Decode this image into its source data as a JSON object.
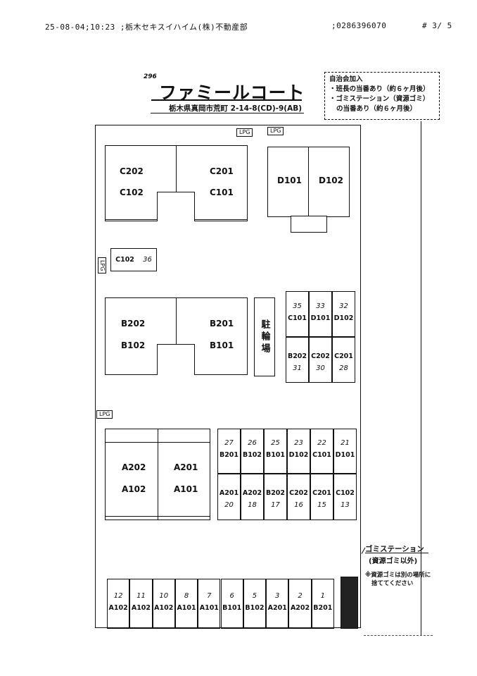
{
  "fax_header": {
    "left": "25-08-04;10:23 ;栃木セキスイハイム(株)不動産部",
    "middle": ";0286396070",
    "right": "# 3/ 5"
  },
  "title": {
    "code": "296",
    "name": "ファミールコート",
    "address": "栃木県真岡市荒町 2-14-8(CD)-9(AB)"
  },
  "notice_box": {
    "heading": "自治会加入",
    "line1": "・班長の当番あり（約６ヶ月後）",
    "line2": "・ゴミステーション（資源ゴミ）",
    "line3": "の当番あり（約６ヶ月後）"
  },
  "lpg": "LPG",
  "buildings": {
    "c_upper": [
      "C202",
      "C201"
    ],
    "c_lower": [
      "C102",
      "C101"
    ],
    "d": [
      "D101",
      "D102"
    ],
    "b_upper": [
      "B202",
      "B201"
    ],
    "b_lower": [
      "B102",
      "B101"
    ],
    "a_upper": [
      "A202",
      "A201"
    ],
    "a_lower": [
      "A102",
      "A101"
    ]
  },
  "c102_slot": {
    "unit": "C102",
    "number": "36"
  },
  "parking_label": "駐輪場",
  "parking_right": [
    {
      "num": "35",
      "unit": "C101"
    },
    {
      "num": "33",
      "unit": "D101"
    },
    {
      "num": "32",
      "unit": "D102"
    },
    {
      "num": "31",
      "unit": "B202"
    },
    {
      "num": "30",
      "unit": "C202"
    },
    {
      "num": "28",
      "unit": "C201"
    }
  ],
  "parking_middle_top": [
    {
      "num": "27",
      "unit": "B201"
    },
    {
      "num": "26",
      "unit": "B102"
    },
    {
      "num": "25",
      "unit": "B101"
    },
    {
      "num": "23",
      "unit": "D102"
    },
    {
      "num": "22",
      "unit": "C101"
    },
    {
      "num": "21",
      "unit": "D101"
    }
  ],
  "parking_middle_bottom": [
    {
      "num": "20",
      "unit": "A201"
    },
    {
      "num": "18",
      "unit": "A202"
    },
    {
      "num": "17",
      "unit": "B202"
    },
    {
      "num": "16",
      "unit": "C202"
    },
    {
      "num": "15",
      "unit": "C201"
    },
    {
      "num": "13",
      "unit": "C102"
    }
  ],
  "parking_bottom": [
    {
      "num": "12",
      "unit": "A102"
    },
    {
      "num": "11",
      "unit": "A102"
    },
    {
      "num": "10",
      "unit": "A102"
    },
    {
      "num": "8",
      "unit": "A101"
    },
    {
      "num": "7",
      "unit": "A101"
    },
    {
      "num": "6",
      "unit": "B101"
    },
    {
      "num": "5",
      "unit": "B102"
    },
    {
      "num": "3",
      "unit": "A201"
    },
    {
      "num": "2",
      "unit": "A202"
    },
    {
      "num": "1",
      "unit": "B201"
    }
  ],
  "garbage": {
    "title": "ゴミステーション",
    "subtitle": "(資源ゴミ以外)",
    "note1": "※資源ゴミは別の場所に",
    "note2": "捨ててください"
  }
}
